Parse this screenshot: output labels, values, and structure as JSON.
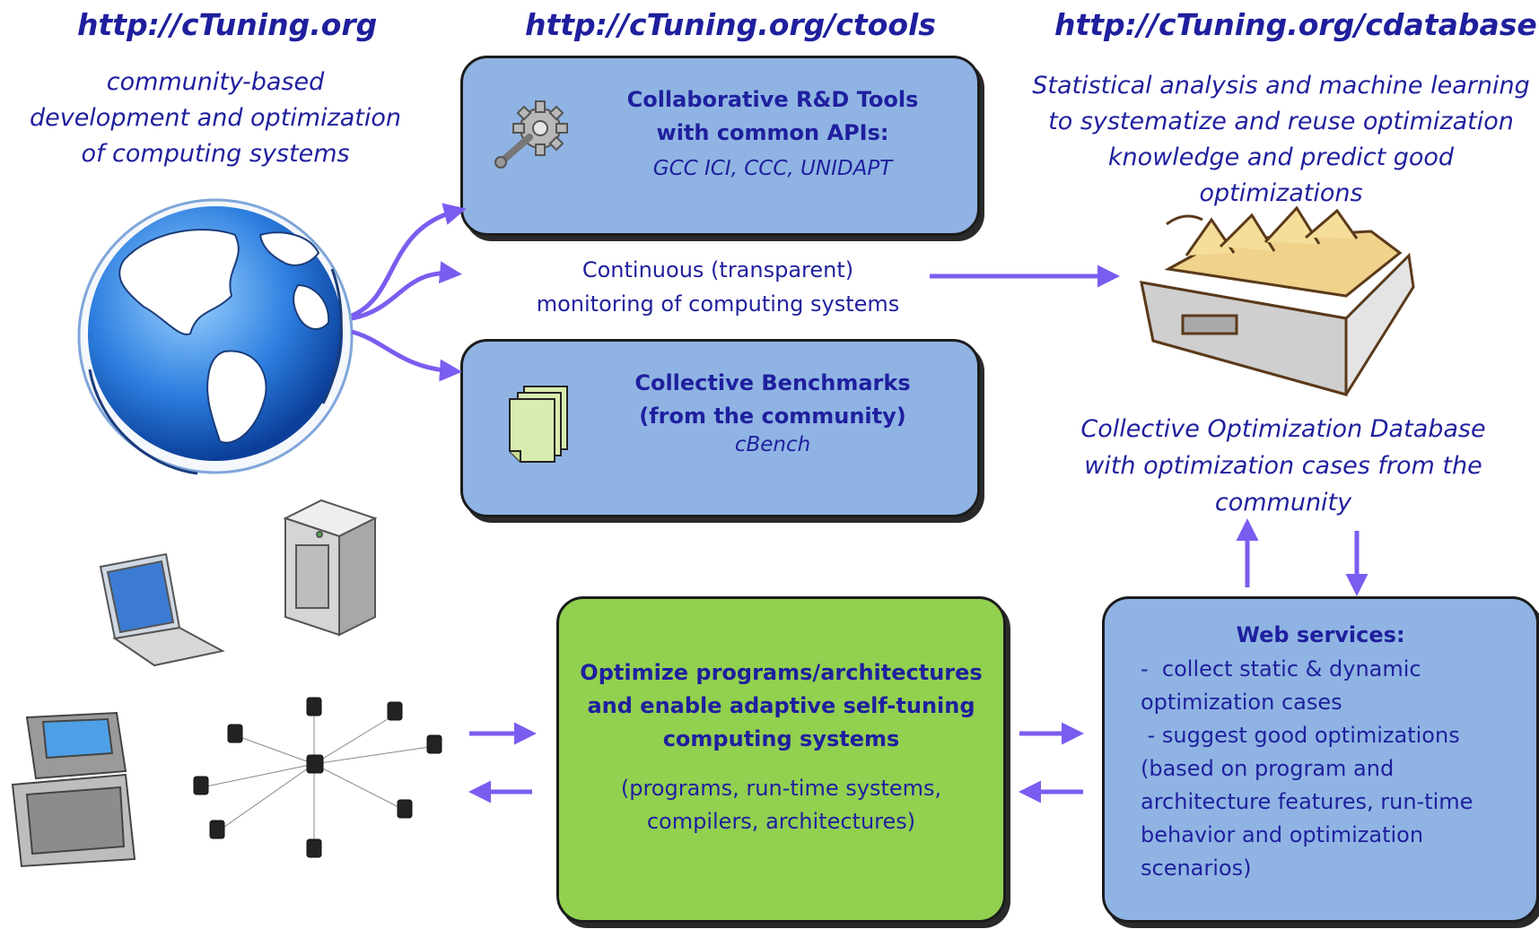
{
  "header": {
    "url_main": "http://cTuning.org",
    "url_tools": "http://cTuning.org/ctools",
    "url_database": "http://cTuning.org/cdatabase"
  },
  "left_desc": {
    "line1": "community-based",
    "line2": "development and optimization",
    "line3": "of computing systems"
  },
  "right_desc": {
    "line1": "Statistical analysis and machine learning",
    "line2": "to systematize and reuse optimization",
    "line3": "knowledge and predict good",
    "line4": "optimizations"
  },
  "tools_box": {
    "title1": "Collaborative R&D Tools",
    "title2": "with common APIs:",
    "subtitle": "GCC ICI, CCC, UNIDAPT"
  },
  "monitoring": {
    "line1": "Continuous (transparent)",
    "line2": "monitoring of computing systems"
  },
  "bench_box": {
    "title1": "Collective Benchmarks",
    "title2": "(from the community)",
    "subtitle": "cBench"
  },
  "database_caption": {
    "line1": "Collective Optimization Database",
    "line2": "with optimization cases from the",
    "line3": "community"
  },
  "optimize_box": {
    "title1": "Optimize programs/architectures",
    "title2": "and enable adaptive self-tuning",
    "title3": "computing systems",
    "sub1": "(programs, run-time systems,",
    "sub2": "compilers, architectures)"
  },
  "web_box": {
    "title": "Web services:",
    "line1": "-  collect static & dynamic",
    "line2": "optimization cases",
    "line3": " - suggest good optimizations",
    "line4": "(based on program and",
    "line5": "architecture features, run-time",
    "line6": "behavior and optimization",
    "line7": "scenarios)"
  },
  "icons": [
    "gear-wrench-icon",
    "documents-stack-icon",
    "globe-icon",
    "card-file-drawer-icon",
    "server-tower-icon",
    "laptop-icon",
    "pda-device-icon",
    "network-nodes-icon"
  ],
  "colors": {
    "title_text": "#1f1f9e",
    "body_text": "#1f1f9e",
    "arrow": "#7b5cf0",
    "blue_box": "#8fb4e3",
    "green_box": "#92d050"
  }
}
